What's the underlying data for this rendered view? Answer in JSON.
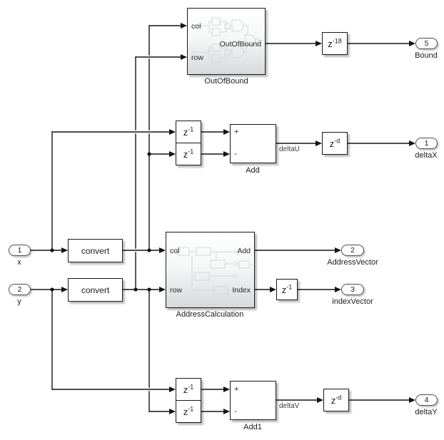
{
  "inports": [
    {
      "number": "1",
      "name": "x"
    },
    {
      "number": "2",
      "name": "y"
    }
  ],
  "outports": [
    {
      "number": "5",
      "name": "Bound"
    },
    {
      "number": "1",
      "name": "deltaX"
    },
    {
      "number": "2",
      "name": "AddressVector"
    },
    {
      "number": "3",
      "name": "indexVector"
    },
    {
      "number": "4",
      "name": "deltaY"
    }
  ],
  "subsystems": {
    "outOfBound": {
      "name": "OutOfBound",
      "in1": "col",
      "in2": "row",
      "out1": "OutOfBound"
    },
    "addressCalculation": {
      "name": "AddressCalculation",
      "in1": "col",
      "in2": "row",
      "out1": "Add",
      "out2": "Index"
    }
  },
  "converts": {
    "convert1": "convert",
    "convert2": "convert"
  },
  "delays": {
    "z18": {
      "base": "z",
      "exp": "-18"
    },
    "zd_top": {
      "base": "z",
      "exp": "-d"
    },
    "zd_bottom": {
      "base": "z",
      "exp": "-d"
    },
    "z1_top_a": {
      "base": "z",
      "exp": "-1"
    },
    "z1_top_b": {
      "base": "z",
      "exp": "-1"
    },
    "z1_index": {
      "base": "z",
      "exp": "-1"
    },
    "z1_bottom_a": {
      "base": "z",
      "exp": "-1"
    },
    "z1_bottom_b": {
      "base": "z",
      "exp": "-1"
    }
  },
  "sums": {
    "add": {
      "name": "Add",
      "plus": "+",
      "minus": "-",
      "signal": "deltaU"
    },
    "add1": {
      "name": "Add1",
      "plus": "+",
      "minus": "-",
      "signal": "deltaV"
    }
  }
}
